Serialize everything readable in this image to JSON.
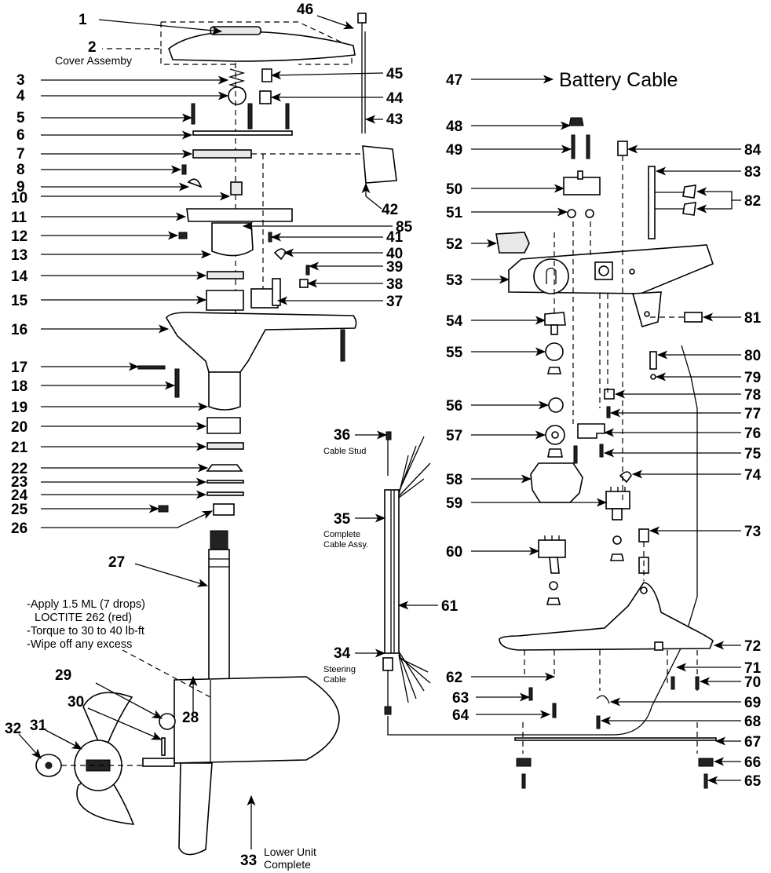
{
  "callouts": {
    "c1": "1",
    "c2": "2",
    "c3": "3",
    "c4": "4",
    "c5": "5",
    "c6": "6",
    "c7": "7",
    "c8": "8",
    "c9": "9",
    "c10": "10",
    "c11": "11",
    "c12": "12",
    "c13": "13",
    "c14": "14",
    "c15": "15",
    "c16": "16",
    "c17": "17",
    "c18": "18",
    "c19": "19",
    "c20": "20",
    "c21": "21",
    "c22": "22",
    "c23": "23",
    "c24": "24",
    "c25": "25",
    "c26": "26",
    "c27": "27",
    "c28": "28",
    "c29": "29",
    "c30": "30",
    "c31": "31",
    "c32": "32",
    "c33": "33",
    "c34": "34",
    "c35": "35",
    "c36": "36",
    "c37": "37",
    "c38": "38",
    "c39": "39",
    "c40": "40",
    "c41": "41",
    "c42": "42",
    "c43": "43",
    "c44": "44",
    "c45": "45",
    "c46": "46",
    "c47": "47",
    "c48": "48",
    "c49": "49",
    "c50": "50",
    "c51": "51",
    "c52": "52",
    "c53": "53",
    "c54": "54",
    "c55": "55",
    "c56": "56",
    "c57": "57",
    "c58": "58",
    "c59": "59",
    "c60": "60",
    "c61": "61",
    "c62": "62",
    "c63": "63",
    "c64": "64",
    "c65": "65",
    "c66": "66",
    "c67": "67",
    "c68": "68",
    "c69": "69",
    "c70": "70",
    "c71": "71",
    "c72": "72",
    "c73": "73",
    "c74": "74",
    "c75": "75",
    "c76": "76",
    "c77": "77",
    "c78": "78",
    "c79": "79",
    "c80": "80",
    "c81": "81",
    "c82": "82",
    "c83": "83",
    "c84": "84",
    "c85": "85"
  },
  "labels": {
    "cover_assembly": "Cover Assemby",
    "battery_cable": "Battery Cable",
    "cable_stud": "Cable Stud",
    "complete_cable_line1": "Complete",
    "complete_cable_line2": "Cable Assy.",
    "steering_line1": "Steering",
    "steering_line2": "Cable",
    "lower_unit_line1": "Lower Unit",
    "lower_unit_line2": "Complete"
  },
  "note": {
    "line1": "-Apply 1.5 ML (7 drops)",
    "line2": "LOCTITE 262 (red)",
    "line3": "-Torque to 30 to 40 lb-ft",
    "line4": "-Wipe off any excess"
  }
}
